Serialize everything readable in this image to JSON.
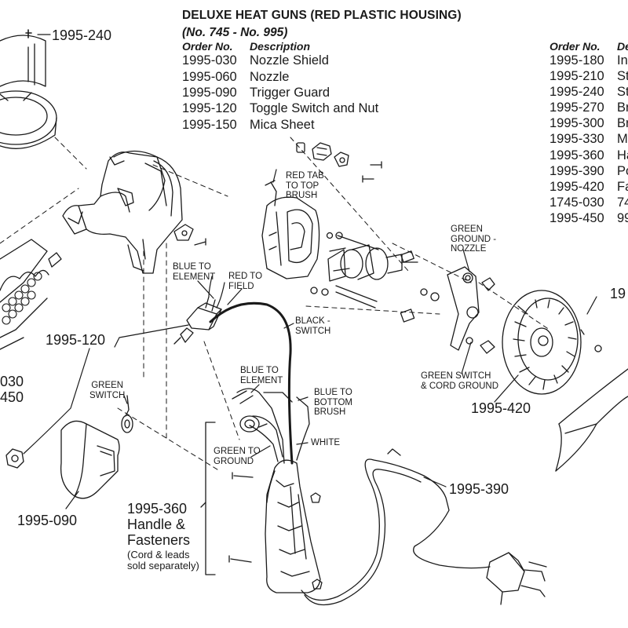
{
  "header": {
    "title": "DELUXE HEAT GUNS (RED PLASTIC HOUSING)",
    "subtitle": "(No. 745 - No. 995)"
  },
  "parts_table_left": {
    "col_order": "Order No.",
    "col_desc": "Description",
    "rows": [
      {
        "order": "1995-030",
        "desc": "Nozzle Shield"
      },
      {
        "order": "1995-060",
        "desc": "Nozzle"
      },
      {
        "order": "1995-090",
        "desc": "Trigger Guard"
      },
      {
        "order": "1995-120",
        "desc": "Toggle Switch and Nut"
      },
      {
        "order": "1995-150",
        "desc": "Mica Sheet"
      }
    ]
  },
  "parts_table_right": {
    "col_order": "Order No.",
    "col_desc": "De",
    "rows": [
      {
        "order": "1995-180",
        "desc": "In"
      },
      {
        "order": "1995-210",
        "desc": "St"
      },
      {
        "order": "1995-240",
        "desc": "St"
      },
      {
        "order": "1995-270",
        "desc": "Br"
      },
      {
        "order": "1995-300",
        "desc": "Br"
      },
      {
        "order": "1995-330",
        "desc": "M"
      },
      {
        "order": "1995-360",
        "desc": "Ha"
      },
      {
        "order": "1995-390",
        "desc": "Po"
      },
      {
        "order": "1995-420",
        "desc": "Fa"
      },
      {
        "order": "1745-030",
        "desc": "74"
      },
      {
        "order": "1995-450",
        "desc": "99"
      }
    ]
  },
  "callouts": {
    "c240": "1995-240",
    "c120": "1995-120",
    "c030": "030",
    "c450": "450",
    "c090": "1995-090",
    "c360_num": "1995-360",
    "c360_l1": "Handle &",
    "c360_l2": "Fasteners",
    "c360_n1": "(Cord & leads",
    "c360_n2": "sold separately)",
    "c390": "1995-390",
    "c420": "1995-420",
    "c19": "19"
  },
  "wire_labels": {
    "red_tab": [
      "RED TAB",
      "TO TOP",
      "BRUSH"
    ],
    "green_ground_nozzle": [
      "GREEN",
      "GROUND -",
      "NOZZLE"
    ],
    "blue_to_element_a": [
      "BLUE TO",
      "ELEMENT"
    ],
    "red_to_field": [
      "RED TO",
      "FIELD"
    ],
    "black_switch": [
      "BLACK -",
      "SWITCH"
    ],
    "green_switch_cord": [
      "GREEN SWITCH",
      "& CORD GROUND"
    ],
    "green_switch": [
      "GREEN",
      "SWITCH"
    ],
    "blue_to_element_b": [
      "BLUE TO",
      "ELEMENT"
    ],
    "blue_to_bottom_brush": [
      "BLUE TO",
      "BOTTOM",
      "BRUSH"
    ],
    "white": "WHITE",
    "green_to_ground": [
      "GREEN TO",
      "GROUND"
    ]
  }
}
